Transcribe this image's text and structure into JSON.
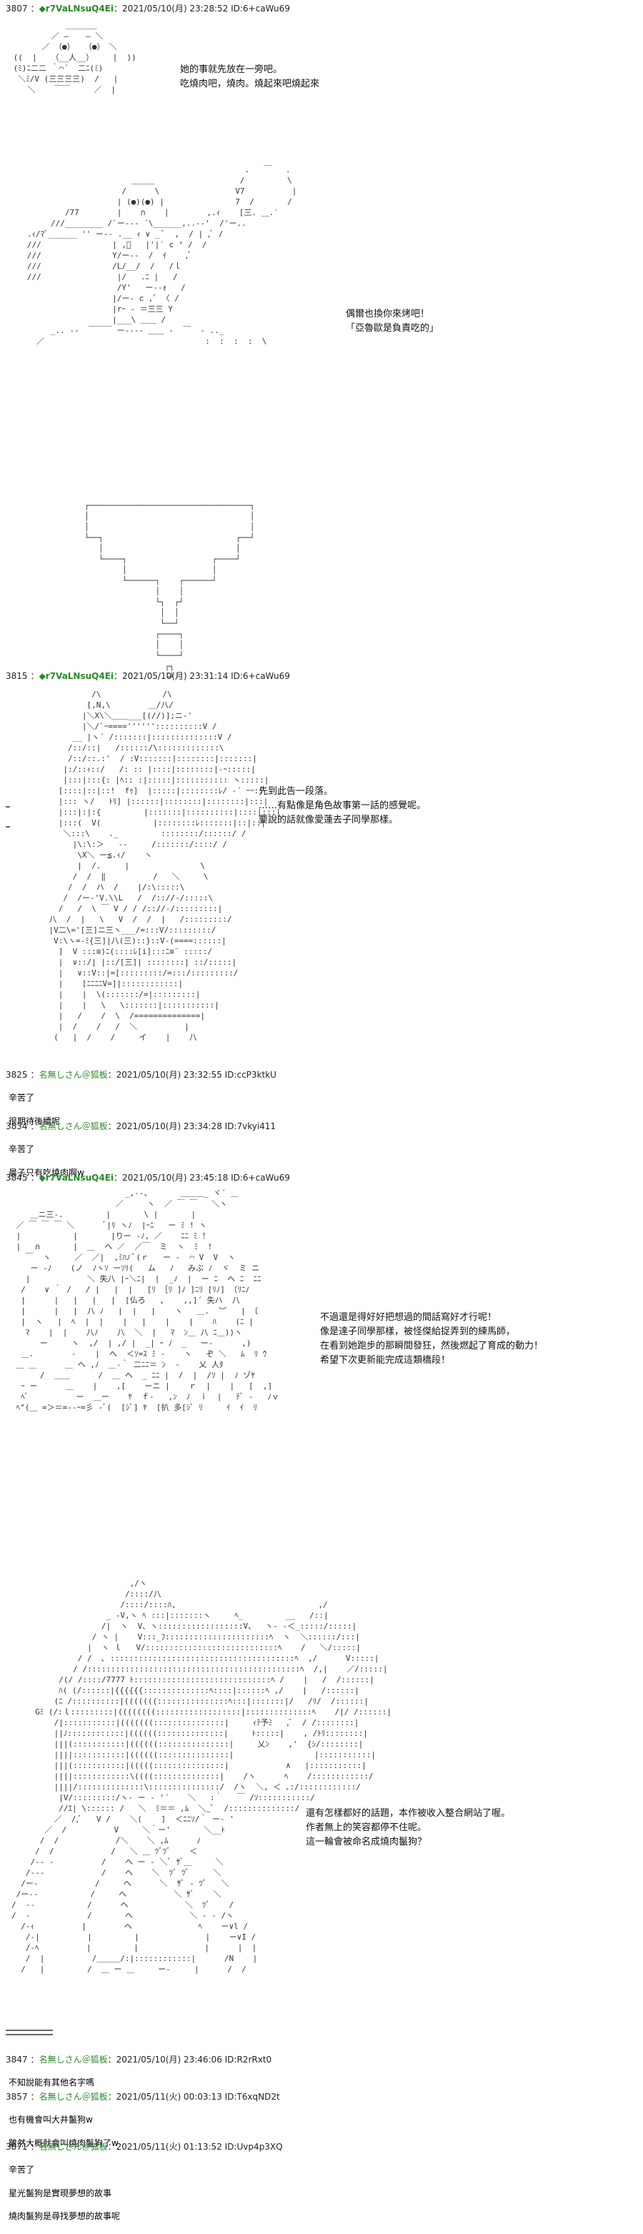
{
  "posts": [
    {
      "num": "3807",
      "trip": "◆r7VaLNsuQ4Ei",
      "meta": "2021/05/10(月) 23:28:52 ID:6+caWu69",
      "speech1": [
        "她的事就先放在一旁吧。",
        "吃燒肉吧，燒肉。燒起來吧燒起來"
      ],
      "speech2": [
        "偶爾也換你來烤吧！",
        "「亞魯歐是負責吃的」"
      ]
    },
    {
      "num": "3815",
      "trip": "◆r7VaLNsuQ4Ei",
      "meta": "2021/05/10(月) 23:31:14 ID:6+caWu69",
      "speech": [
        "先到此告一段落。",
        "……有點像是角色故事第一話的感覺呢。",
        "要說的話就像愛蓮去子同學那樣。"
      ]
    },
    {
      "num": "3825",
      "name": "名無しさん＠狐板",
      "meta": "2021/05/10(月) 23:32:55 ID:ccP3ktkU",
      "lines": [
        "辛苦了",
        "很期待後續呢"
      ]
    },
    {
      "num": "3834",
      "name": "名無しさん＠狐板",
      "meta": "2021/05/10(月) 23:34:28 ID:7vkyi411",
      "lines": [
        "辛苦了",
        "晨子只有吃燒肉啊w"
      ]
    },
    {
      "num": "3845",
      "trip": "◆r7VaLNsuQ4Ei",
      "meta": "2021/05/10(月) 23:45:18 ID:6+caWu69",
      "speech1": [
        "不過還是得好好把想過的間話寫好才行呢！",
        "像是達子同學那樣，被怪傑給捉弄到的練馬師，",
        "在看到她跑步的那瞬間發狂，然後燃起了育成的動力！",
        "希望下次更新能完成這類橋段！"
      ],
      "speech2": [
        "還有怎樣都好的話題，本作被收入整合網站了喔。",
        "作者無上的笑容都停不住呢。",
        "這一輪會被命名成燒肉鬣狗？"
      ]
    },
    {
      "num": "3847",
      "name": "名無しさん＠狐板",
      "meta": "2021/05/10(月) 23:46:06 ID:R2rRxt0",
      "lines": [
        "不知說能有其他名字嗎"
      ]
    },
    {
      "num": "3857",
      "name": "名無しさん＠狐板",
      "meta": "2021/05/11(火) 00:03:13 ID:T6xqND2t",
      "lines": [
        "也有機會叫大井鬣狗w",
        "雖然大概就會叫燒肉鬣狗了w"
      ]
    },
    {
      "num": "3871",
      "name": "名無しさん＠狐板",
      "meta": "2021/05/11(火) 01:13:52 ID:Uvp4p3XQ",
      "lines": [
        "辛苦了",
        "星光鬣狗是實現夢想的故事",
        "燒肉鬣狗是尋找夢想的故事呢"
      ]
    }
  ]
}
